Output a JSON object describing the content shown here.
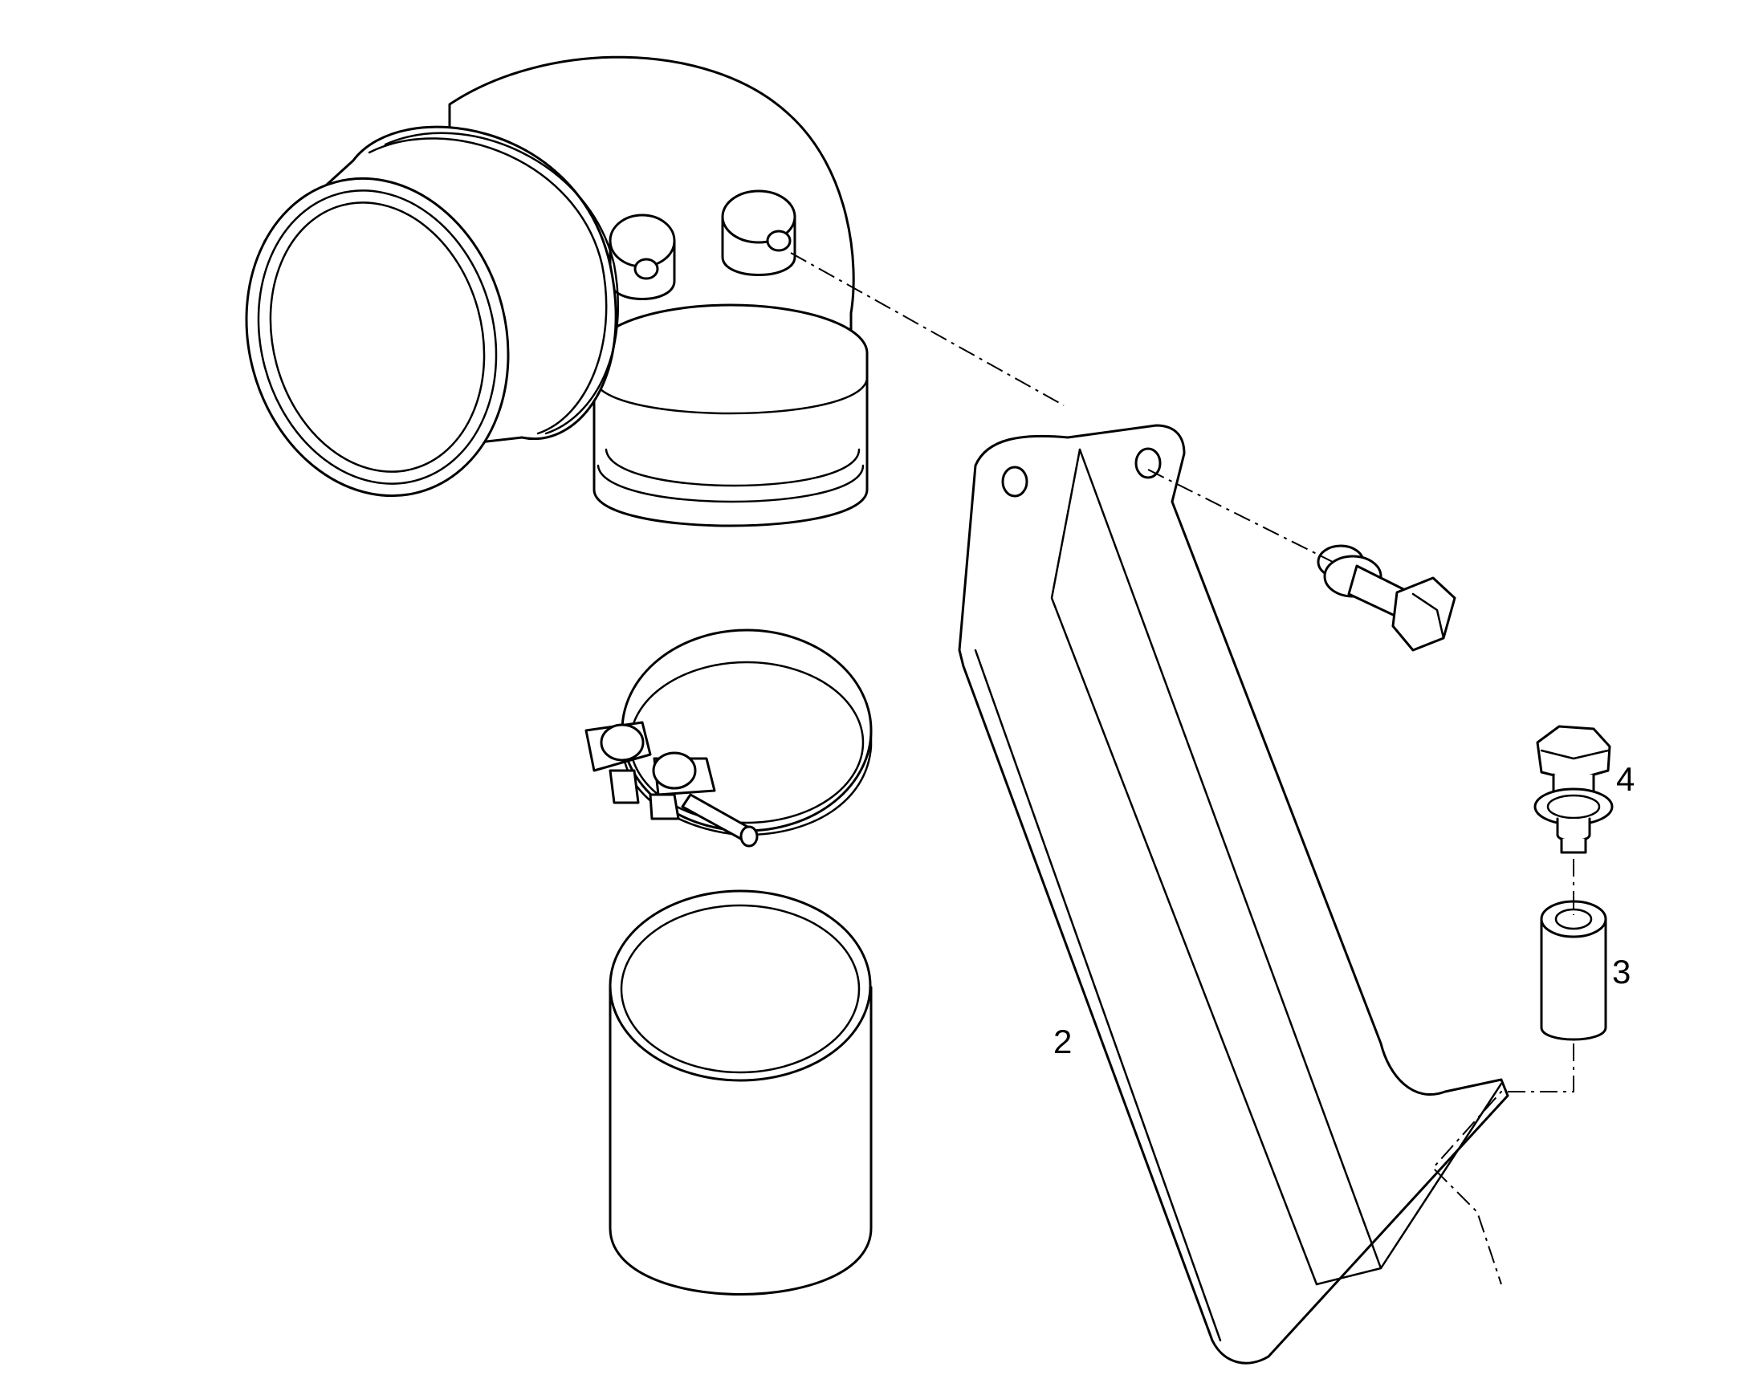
{
  "callouts": {
    "bracket": "2",
    "spacer": "3",
    "bolt": "4"
  },
  "colors": {
    "line": "#000000",
    "background": "#ffffff"
  }
}
